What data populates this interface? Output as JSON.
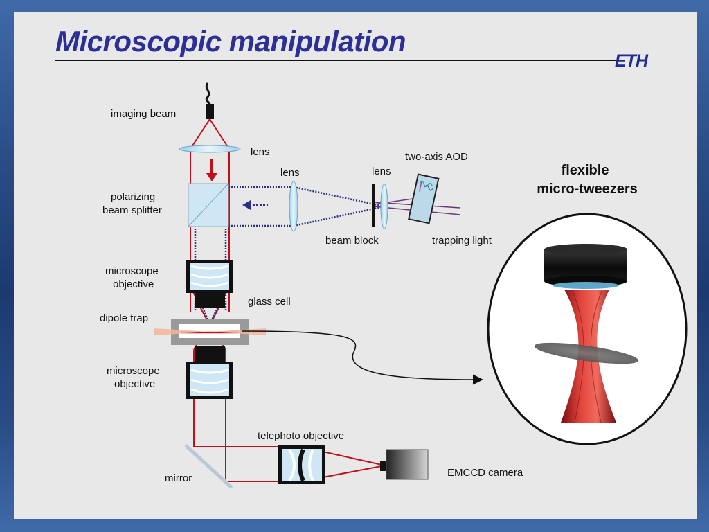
{
  "slide": {
    "title": "Microscopic manipulation",
    "logo_text": "ETH",
    "colors": {
      "title": "#2c2f96",
      "logo": "#1f2c8f",
      "beam_red": "#c0101a",
      "trap_beam": "#2a2f8a",
      "frame": "#2a4d86",
      "background": "#e8e8e8"
    }
  },
  "diagram": {
    "labels": {
      "imaging_beam": "imaging beam",
      "lens_top": "lens",
      "lens_mid": "lens",
      "lens_right": "lens",
      "two_axis_aod": "two-axis AOD",
      "polarizing_line1": "polarizing",
      "polarizing_line2": "beam splitter",
      "beam_block": "beam block",
      "trapping_light": "trapping light",
      "microscope_objective_top_1": "microscope",
      "microscope_objective_top_2": "objective",
      "glass_cell": "glass cell",
      "dipole_trap": "dipole trap",
      "microscope_objective_bottom_1": "microscope",
      "microscope_objective_bottom_2": "objective",
      "telephoto_objective": "telephoto objective",
      "mirror": "mirror",
      "emccd_camera": "EMCCD camera",
      "flexible_line1": "flexible",
      "flexible_line2": "micro-tweezers"
    }
  }
}
